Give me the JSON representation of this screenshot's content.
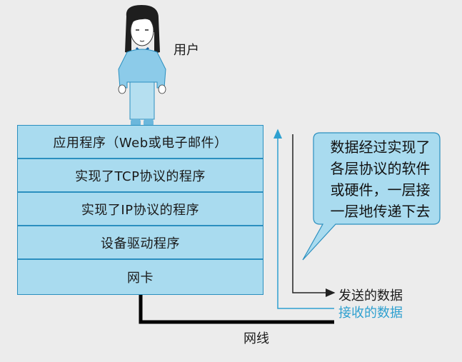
{
  "user": {
    "label": "用户"
  },
  "stack": {
    "layers": [
      {
        "label": "应用程序（Web或电子邮件）"
      },
      {
        "label": "实现了TCP协议的程序"
      },
      {
        "label": "实现了IP协议的程序"
      },
      {
        "label": "设备驱动程序"
      },
      {
        "label": "网卡"
      }
    ]
  },
  "cable": {
    "label": "网线"
  },
  "arrows": {
    "send_label": "发送的数据",
    "receive_label": "接收的数据"
  },
  "callout": {
    "lines": [
      "数据经过实现了",
      "各层协议的软件",
      "或硬件，一层接",
      "一层地传递下去"
    ]
  },
  "colors": {
    "layer_fill": "#a9dbef",
    "layer_border": "#2b8fbf",
    "receive_arrow": "#2ea0d0",
    "send_arrow": "#222222",
    "bubble_fill": "#a9dbef"
  }
}
